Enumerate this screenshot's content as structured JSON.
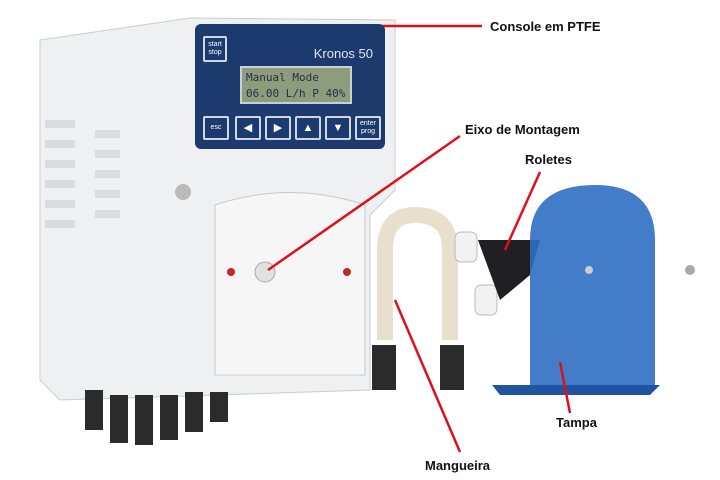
{
  "console": {
    "brand": "Kronos 50",
    "lcd_line1": "Manual Mode",
    "lcd_line2": "06.00 L/h  P 40%",
    "buttons": {
      "start": "start",
      "stop": "stop",
      "esc": "esc",
      "left": "◀",
      "right": "▶",
      "up": "▲",
      "down": "▼",
      "enter": "enter",
      "prog": "prog"
    }
  },
  "labels": {
    "console": "Console em PTFE",
    "eixo": "Eixo de Montagem",
    "roletes": "Roletes",
    "tampa": "Tampa",
    "mangueira": "Mangueira"
  },
  "colors": {
    "leader": "#e0101a",
    "cover": "#2f6fc4",
    "panel": "#1d3a6e"
  }
}
